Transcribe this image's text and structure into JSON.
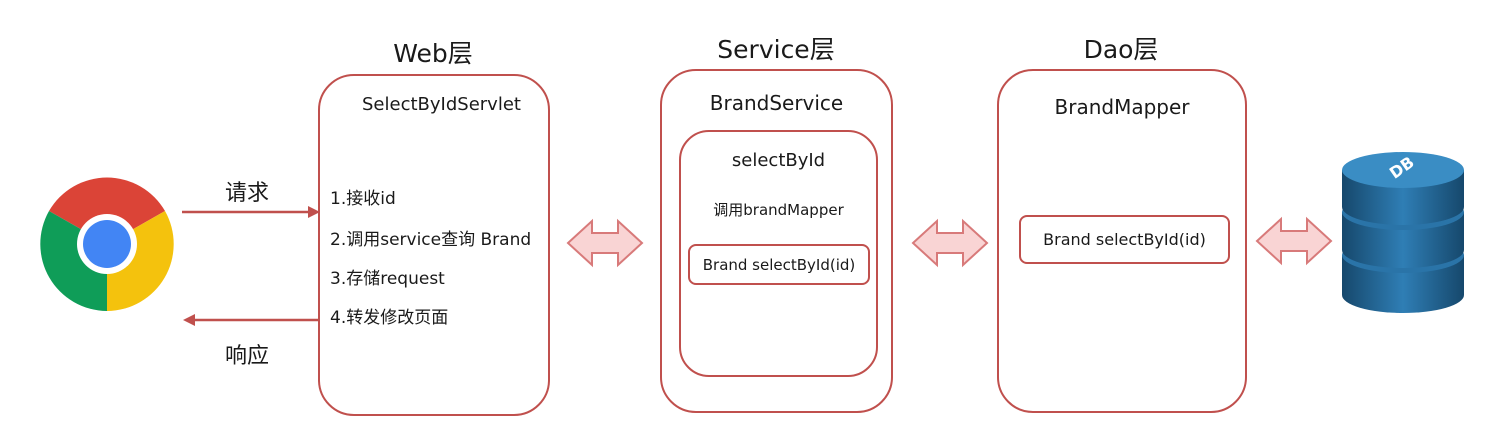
{
  "layers": {
    "web": {
      "title": "Web层",
      "component": "SelectByIdServlet",
      "steps": [
        "1.接收id",
        "2.调用service查询 Brand",
        "3.存储request",
        "4.转发修改页面"
      ]
    },
    "service": {
      "title": "Service层",
      "component": "BrandService",
      "method_name": "selectById",
      "call_text": "调用brandMapper",
      "method_signature": "Brand selectById(id)"
    },
    "dao": {
      "title": "Dao层",
      "component": "BrandMapper",
      "method_signature": "Brand selectById(id)"
    }
  },
  "flow": {
    "request_label": "请求",
    "response_label": "响应"
  },
  "database": {
    "label": "DB"
  },
  "colors": {
    "border": "#c0504d",
    "arrow_line": "#c0504d",
    "double_arrow_fill": "#f9d4d4",
    "double_arrow_stroke": "#d87a7a",
    "db_dark": "#1f5f8b",
    "db_light": "#3a8dc4"
  },
  "icons": {
    "browser": "chrome-browser-icon",
    "database": "database-icon"
  }
}
